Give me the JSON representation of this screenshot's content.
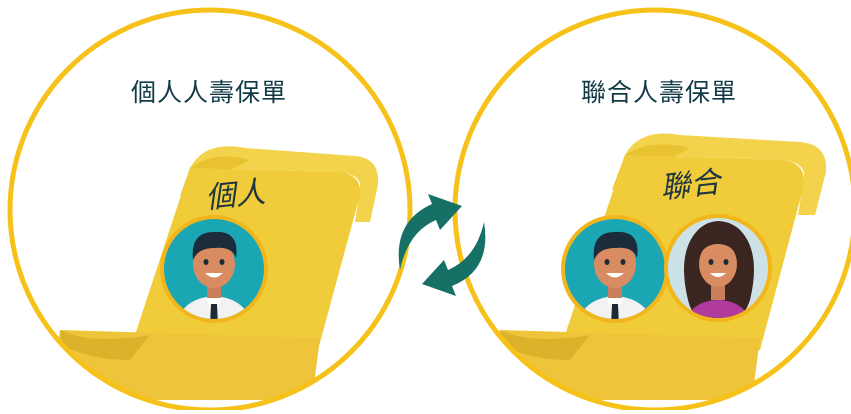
{
  "left_panel": {
    "title": "個人人壽保單",
    "scroll_script": "個人",
    "avatars": [
      "man-avatar"
    ]
  },
  "right_panel": {
    "title": "聯合人壽保單",
    "scroll_script": "聯合",
    "avatars": [
      "man-avatar",
      "woman-avatar"
    ]
  },
  "center_icon": "swap-arrows-icon",
  "colors": {
    "circle_ring": "#f6c21a",
    "scroll_gold": "#f0cc3a",
    "scroll_shadow": "#e0b52a",
    "avatar_bg": "#1aa6b3",
    "avatar_ring": "#f2b61c",
    "arrows": "#167066",
    "title_text": "#123a46"
  }
}
